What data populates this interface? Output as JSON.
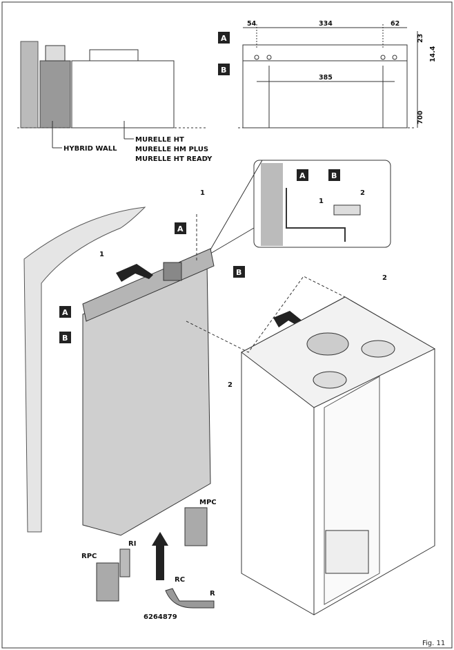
{
  "figure_label": "Fig. 11",
  "top_left": {
    "label_hybrid": "HYBRID WALL",
    "label_models": [
      "MURELLE HT",
      "MURELLE HM PLUS",
      "MURELLE  HT READY"
    ]
  },
  "top_right": {
    "marker_a": "A",
    "marker_b": "B",
    "dim_left": "54",
    "dim_middle": "334",
    "dim_right": "62",
    "dim_bottom": "385",
    "dim_v1": "23",
    "dim_v2": "14.4",
    "dim_v3": "700"
  },
  "detail": {
    "marker_a": "A",
    "marker_b": "B",
    "num1": "1",
    "num2": "2"
  },
  "main": {
    "marker_a_top": "A",
    "marker_a_left": "A",
    "marker_b_right": "B",
    "marker_b_left": "B",
    "num1_top": "1",
    "num1_left": "1",
    "num2_right": "2",
    "num2_mid": "2",
    "label_mpc": "MPC",
    "label_rpc": "RPC",
    "label_ri": "RI",
    "label_rc": "RC",
    "label_r": "R",
    "label_code": "6264879"
  }
}
